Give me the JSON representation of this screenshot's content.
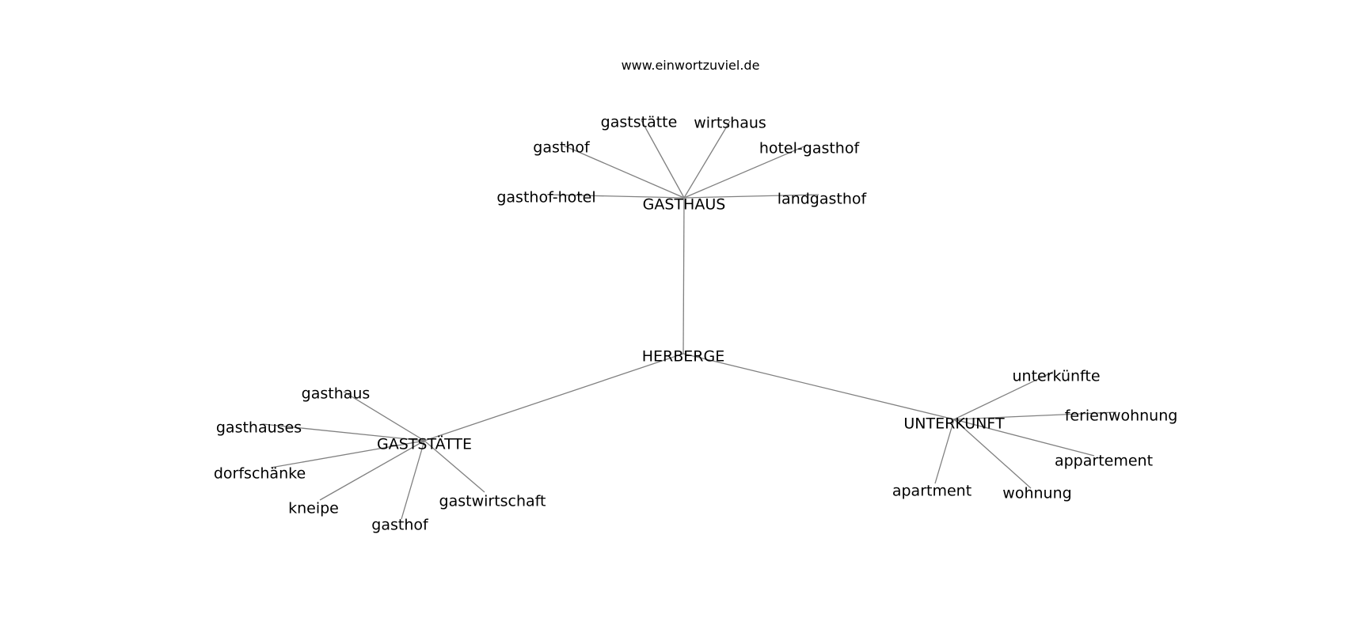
{
  "source": "www.einwortzuviel.de",
  "colors": {
    "edge": "#808080",
    "text": "#000000",
    "background": "#ffffff"
  },
  "nodes": [
    {
      "id": "herberge",
      "label": "HERBERGE"
    },
    {
      "id": "gasthaus",
      "label": "GASTHAUS"
    },
    {
      "id": "gaststaette",
      "label": "GASTSTÄTTE"
    },
    {
      "id": "unterkunft",
      "label": "UNTERKUNFT"
    },
    {
      "id": "gasthaus-gaststaette",
      "label": "gaststätte"
    },
    {
      "id": "gasthaus-wirtshaus",
      "label": "wirtshaus"
    },
    {
      "id": "gasthaus-gasthof",
      "label": "gasthof"
    },
    {
      "id": "gasthaus-hotel-gasthof",
      "label": "hotel-gasthof"
    },
    {
      "id": "gasthaus-gasthof-hotel",
      "label": "gasthof-hotel"
    },
    {
      "id": "gasthaus-landgasthof",
      "label": "landgasthof"
    },
    {
      "id": "gaststaette-gasthaus",
      "label": "gasthaus"
    },
    {
      "id": "gaststaette-gasthauses",
      "label": "gasthauses"
    },
    {
      "id": "gaststaette-dorfschaenke",
      "label": "dorfschänke"
    },
    {
      "id": "gaststaette-kneipe",
      "label": "kneipe"
    },
    {
      "id": "gaststaette-gasthof",
      "label": "gasthof"
    },
    {
      "id": "gaststaette-gastwirtschaft",
      "label": "gastwirtschaft"
    },
    {
      "id": "unterkunft-unterkuenfte",
      "label": "unterkünfte"
    },
    {
      "id": "unterkunft-ferienwohnung",
      "label": "ferienwohnung"
    },
    {
      "id": "unterkunft-appartement",
      "label": "appartement"
    },
    {
      "id": "unterkunft-wohnung",
      "label": "wohnung"
    },
    {
      "id": "unterkunft-apartment",
      "label": "apartment"
    }
  ],
  "edges": [
    [
      "herberge",
      "gasthaus"
    ],
    [
      "herberge",
      "gaststaette"
    ],
    [
      "herberge",
      "unterkunft"
    ],
    [
      "gasthaus",
      "gasthaus-gaststaette"
    ],
    [
      "gasthaus",
      "gasthaus-wirtshaus"
    ],
    [
      "gasthaus",
      "gasthaus-gasthof"
    ],
    [
      "gasthaus",
      "gasthaus-hotel-gasthof"
    ],
    [
      "gasthaus",
      "gasthaus-gasthof-hotel"
    ],
    [
      "gasthaus",
      "gasthaus-landgasthof"
    ],
    [
      "gaststaette",
      "gaststaette-gasthaus"
    ],
    [
      "gaststaette",
      "gaststaette-gasthauses"
    ],
    [
      "gaststaette",
      "gaststaette-dorfschaenke"
    ],
    [
      "gaststaette",
      "gaststaette-kneipe"
    ],
    [
      "gaststaette",
      "gaststaette-gasthof"
    ],
    [
      "gaststaette",
      "gaststaette-gastwirtschaft"
    ],
    [
      "unterkunft",
      "unterkunft-unterkuenfte"
    ],
    [
      "unterkunft",
      "unterkunft-ferienwohnung"
    ],
    [
      "unterkunft",
      "unterkunft-appartement"
    ],
    [
      "unterkunft",
      "unterkunft-wohnung"
    ],
    [
      "unterkunft",
      "unterkunft-apartment"
    ]
  ]
}
